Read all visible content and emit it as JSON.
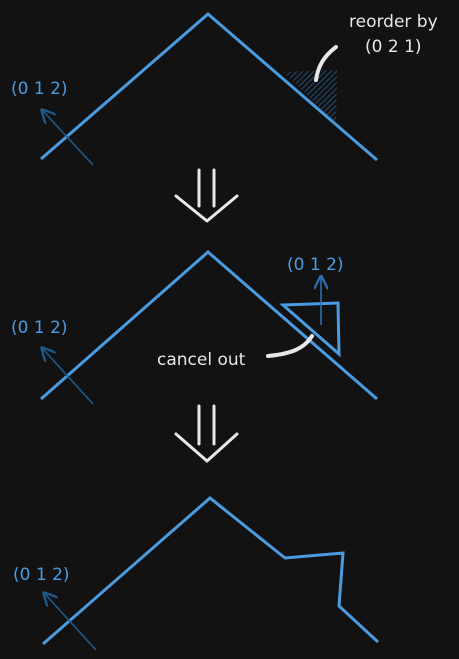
{
  "panels": [
    {
      "normal_label": "(0 1 2)",
      "annotation_line1": "reorder by",
      "annotation_line2": "(0 2 1)"
    },
    {
      "normal_label": "(0 1 2)",
      "flip_label": "(0 1 2)",
      "annotation": "cancel out"
    },
    {
      "normal_label": "(0 1 2)"
    }
  ],
  "colors": {
    "background": "#121212",
    "edge": "#4a9be0",
    "normal_arrow": "#1f5a8a",
    "annotation": "#e8e8e8"
  }
}
